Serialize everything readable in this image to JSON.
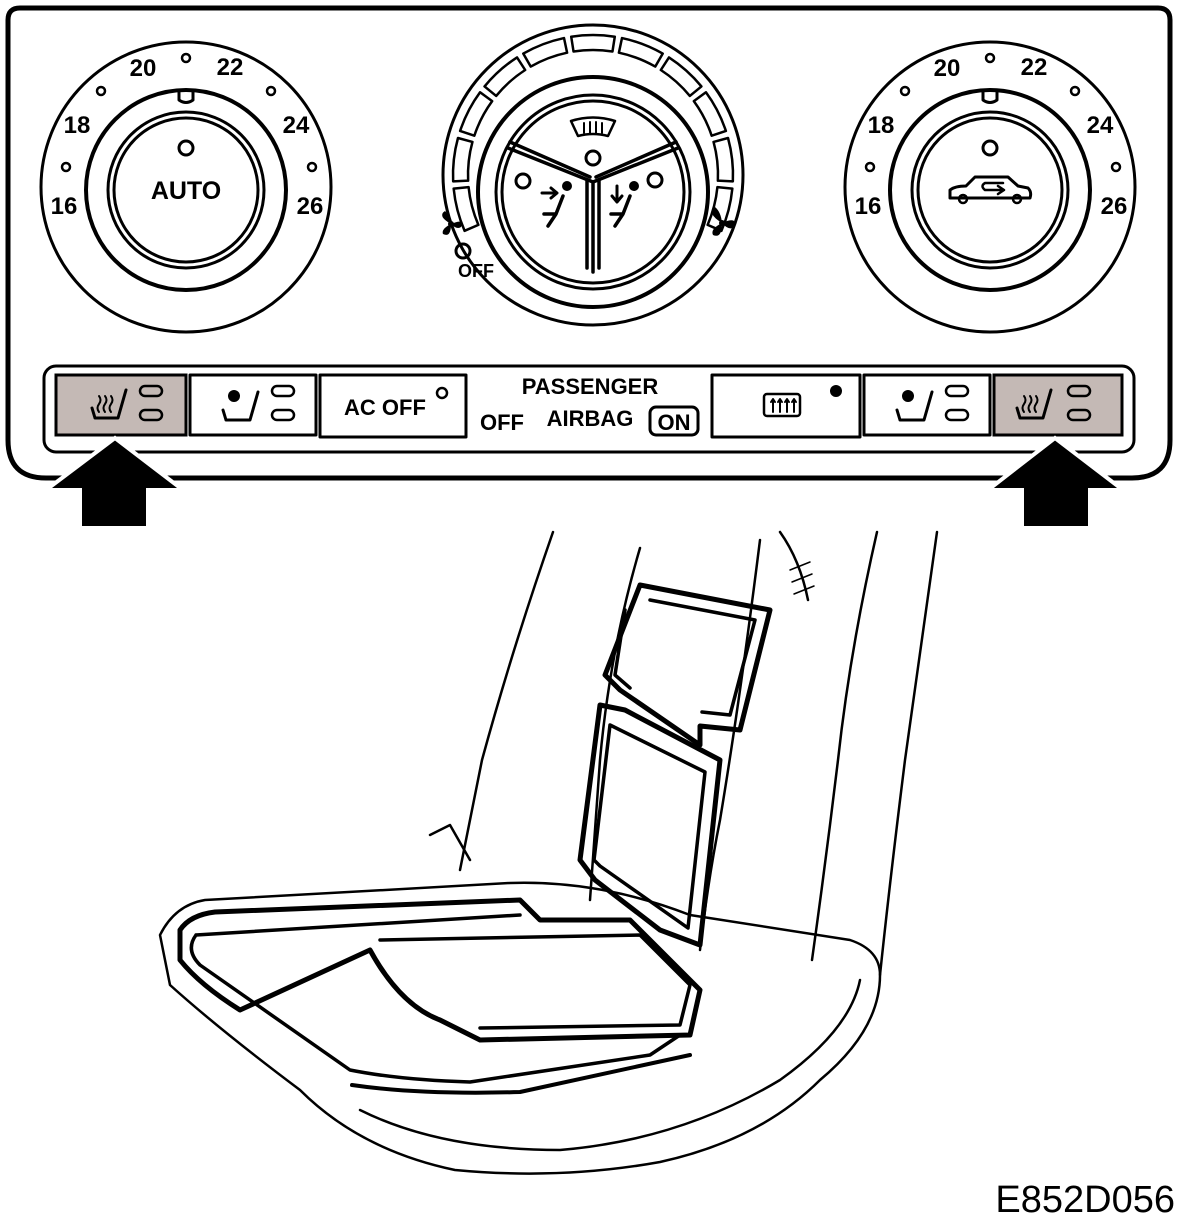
{
  "figure_id": "E852D056",
  "colors": {
    "line": "#000000",
    "background": "#ffffff",
    "highlight": "#c4b9b5"
  },
  "left_dial": {
    "scale": [
      "16",
      "18",
      "20",
      "22",
      "24",
      "26"
    ],
    "button_label": "AUTO"
  },
  "right_dial": {
    "scale": [
      "16",
      "18",
      "20",
      "22",
      "24",
      "26"
    ],
    "button_icon": "recirculation-car-icon"
  },
  "center_dial": {
    "off_label": "OFF",
    "segments": [
      "windshield-defrost-icon",
      "face-vent-icon",
      "foot-vent-icon"
    ],
    "fan_icons": [
      "fan-low-icon",
      "fan-high-icon"
    ]
  },
  "buttons": {
    "ac_off": "AC OFF",
    "left_seat_heat_icon": "seat-heater-icon",
    "left_seat_vent_icon": "seat-ventilation-icon",
    "rear_defrost_icon": "rear-window-defrost-icon",
    "right_seat_vent_icon": "seat-ventilation-icon",
    "right_seat_heat_icon": "seat-heater-icon"
  },
  "airbag": {
    "line1": "PASSENGER",
    "line2": "AIRBAG",
    "off": "OFF",
    "on": "ON"
  },
  "arrows": [
    "arrow-up-icon",
    "arrow-up-icon"
  ]
}
